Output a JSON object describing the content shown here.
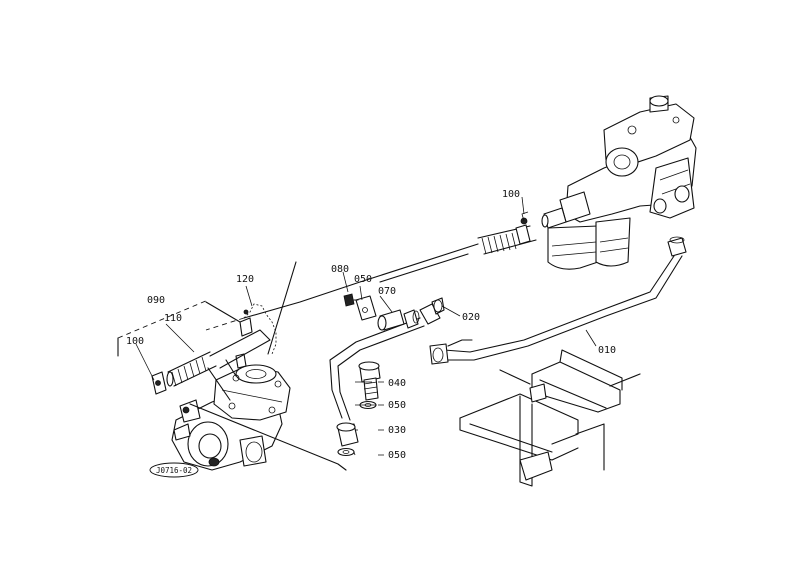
{
  "diagram": {
    "callouts": {
      "p010": "010",
      "p020": "020",
      "p030": "030",
      "p040": "040",
      "p050a": "050",
      "p050b": "050",
      "p050c": "050",
      "p070": "070",
      "p080": "080",
      "p090": "090",
      "p100a": "100",
      "p100b": "100",
      "p110": "110",
      "p120": "120"
    },
    "drawing_code": "J0716-02"
  }
}
